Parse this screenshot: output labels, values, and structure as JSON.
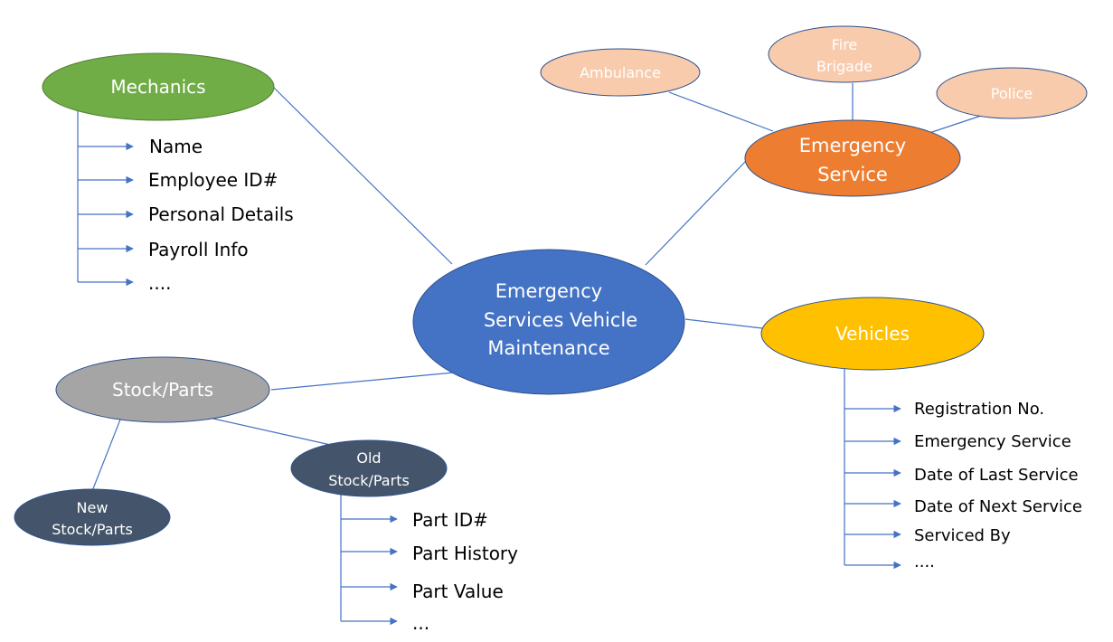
{
  "colors": {
    "center": "#4472C4",
    "center_border": "#2F528F",
    "mechanics": "#70AD47",
    "emergency": "#ED7D31",
    "sub_emergency": "#F8CBAD",
    "vehicles": "#FFC000",
    "stock": "#A5A5A5",
    "sub_stock": "#44546A",
    "connector": "#4472C4"
  },
  "center": {
    "lines": [
      "Emergency",
      "Services Vehicle",
      "Maintenance"
    ]
  },
  "mechanics": {
    "label": "Mechanics",
    "items": [
      "Name",
      "Employee ID#",
      "Personal Details",
      "Payroll Info",
      "...."
    ]
  },
  "emergency": {
    "lines": [
      "Emergency",
      "Service"
    ],
    "subs": {
      "ambulance": [
        "Ambulance"
      ],
      "fire": [
        "Fire",
        "Brigade"
      ],
      "police": [
        "Police"
      ]
    }
  },
  "vehicles": {
    "label": "Vehicles",
    "items": [
      "Registration No.",
      "Emergency Service",
      "Date of Last Service",
      "Date of Next Service",
      "Serviced By",
      "...."
    ]
  },
  "stock": {
    "label": "Stock/Parts",
    "new_lines": [
      "New",
      "Stock/Parts"
    ],
    "old_lines": [
      "Old",
      "Stock/Parts"
    ],
    "old_items": [
      "Part ID#",
      "Part History",
      "Part Value",
      "..."
    ]
  }
}
